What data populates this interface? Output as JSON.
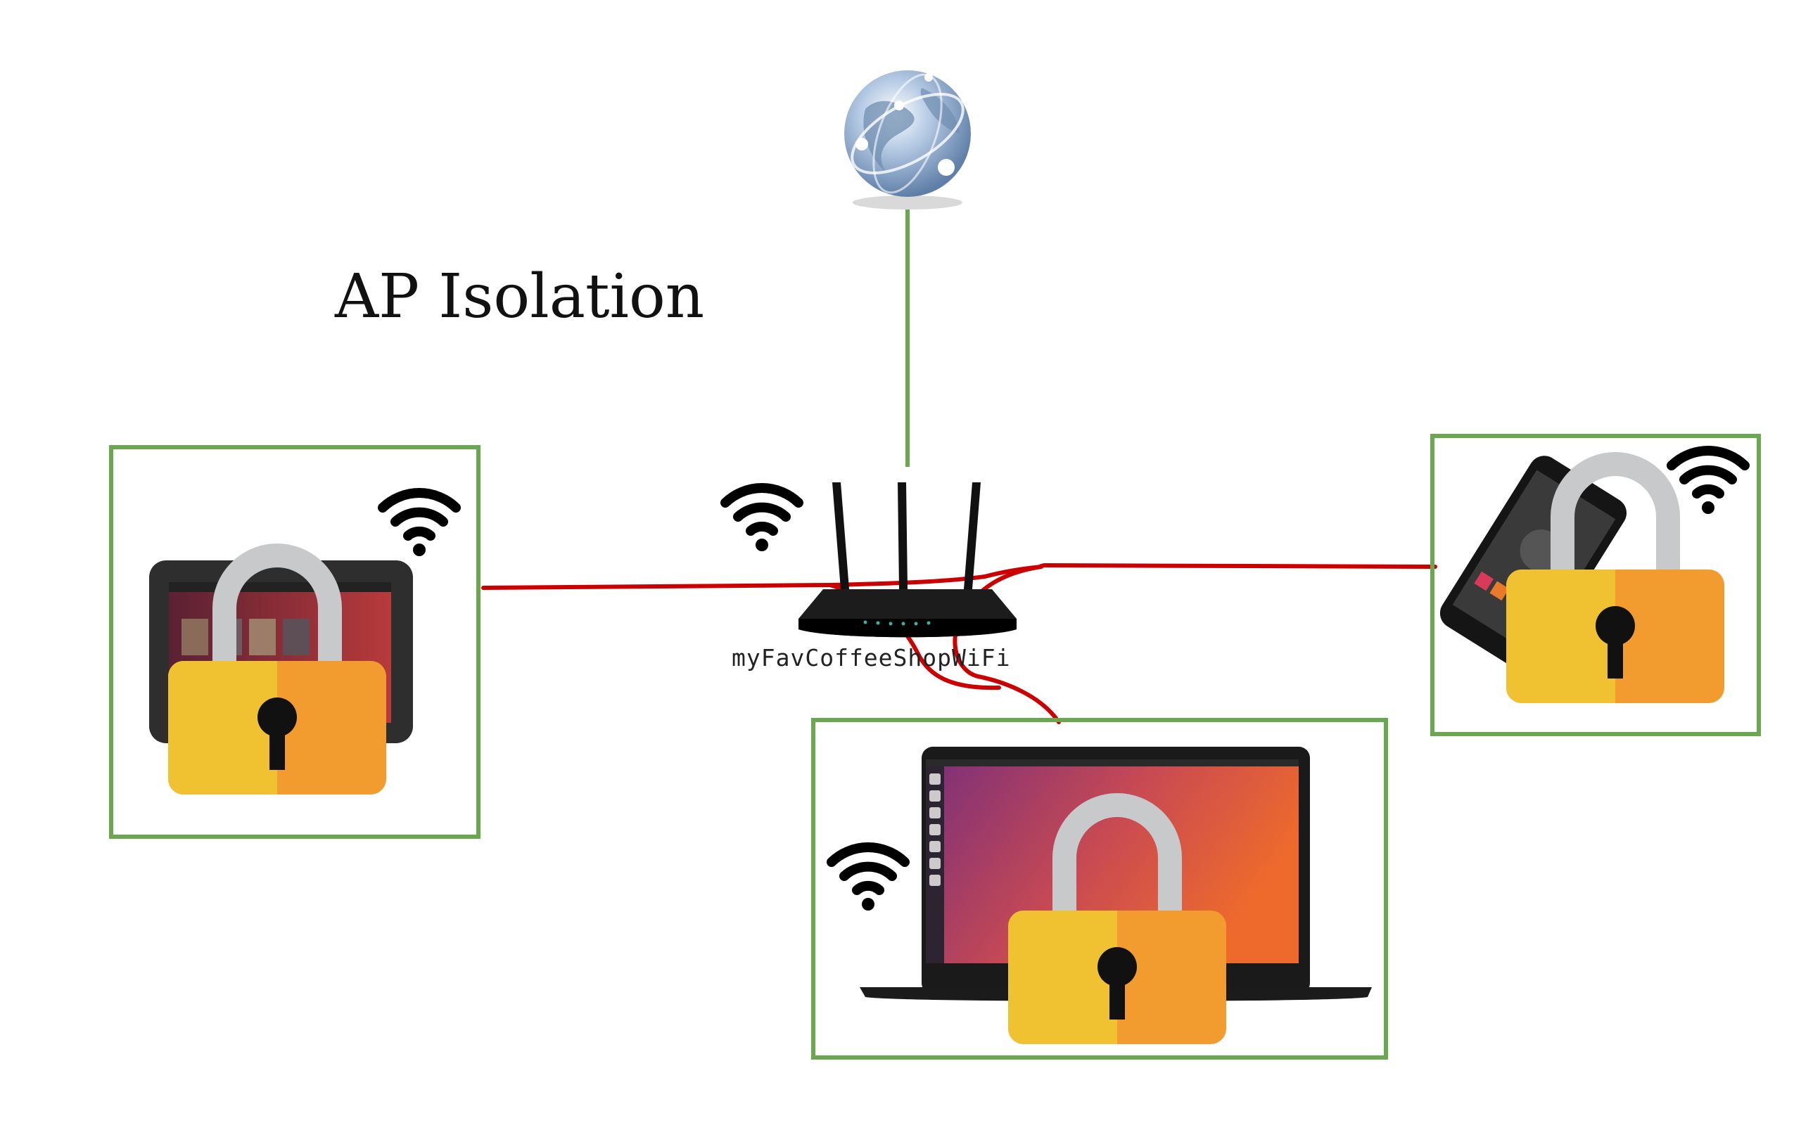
{
  "diagram": {
    "title": "AP Isolation",
    "router": {
      "ssid": "myFavCoffeeShopWiFi"
    },
    "nodes": [
      {
        "id": "internet",
        "icon": "globe-icon"
      },
      {
        "id": "router",
        "icon": "router-icon"
      },
      {
        "id": "tablet",
        "icon": "tablet-icon",
        "isolated": true
      },
      {
        "id": "phone",
        "icon": "smartphone-icon",
        "isolated": true
      },
      {
        "id": "laptop",
        "icon": "laptop-icon",
        "isolated": true
      }
    ],
    "colors": {
      "uplink": "#6aa84f",
      "blocked_link": "#cc0000",
      "frame": "#6aa84f",
      "lock_left": "#f0c232",
      "lock_right": "#f29b2f",
      "shackle": "#c7c9cb"
    }
  }
}
